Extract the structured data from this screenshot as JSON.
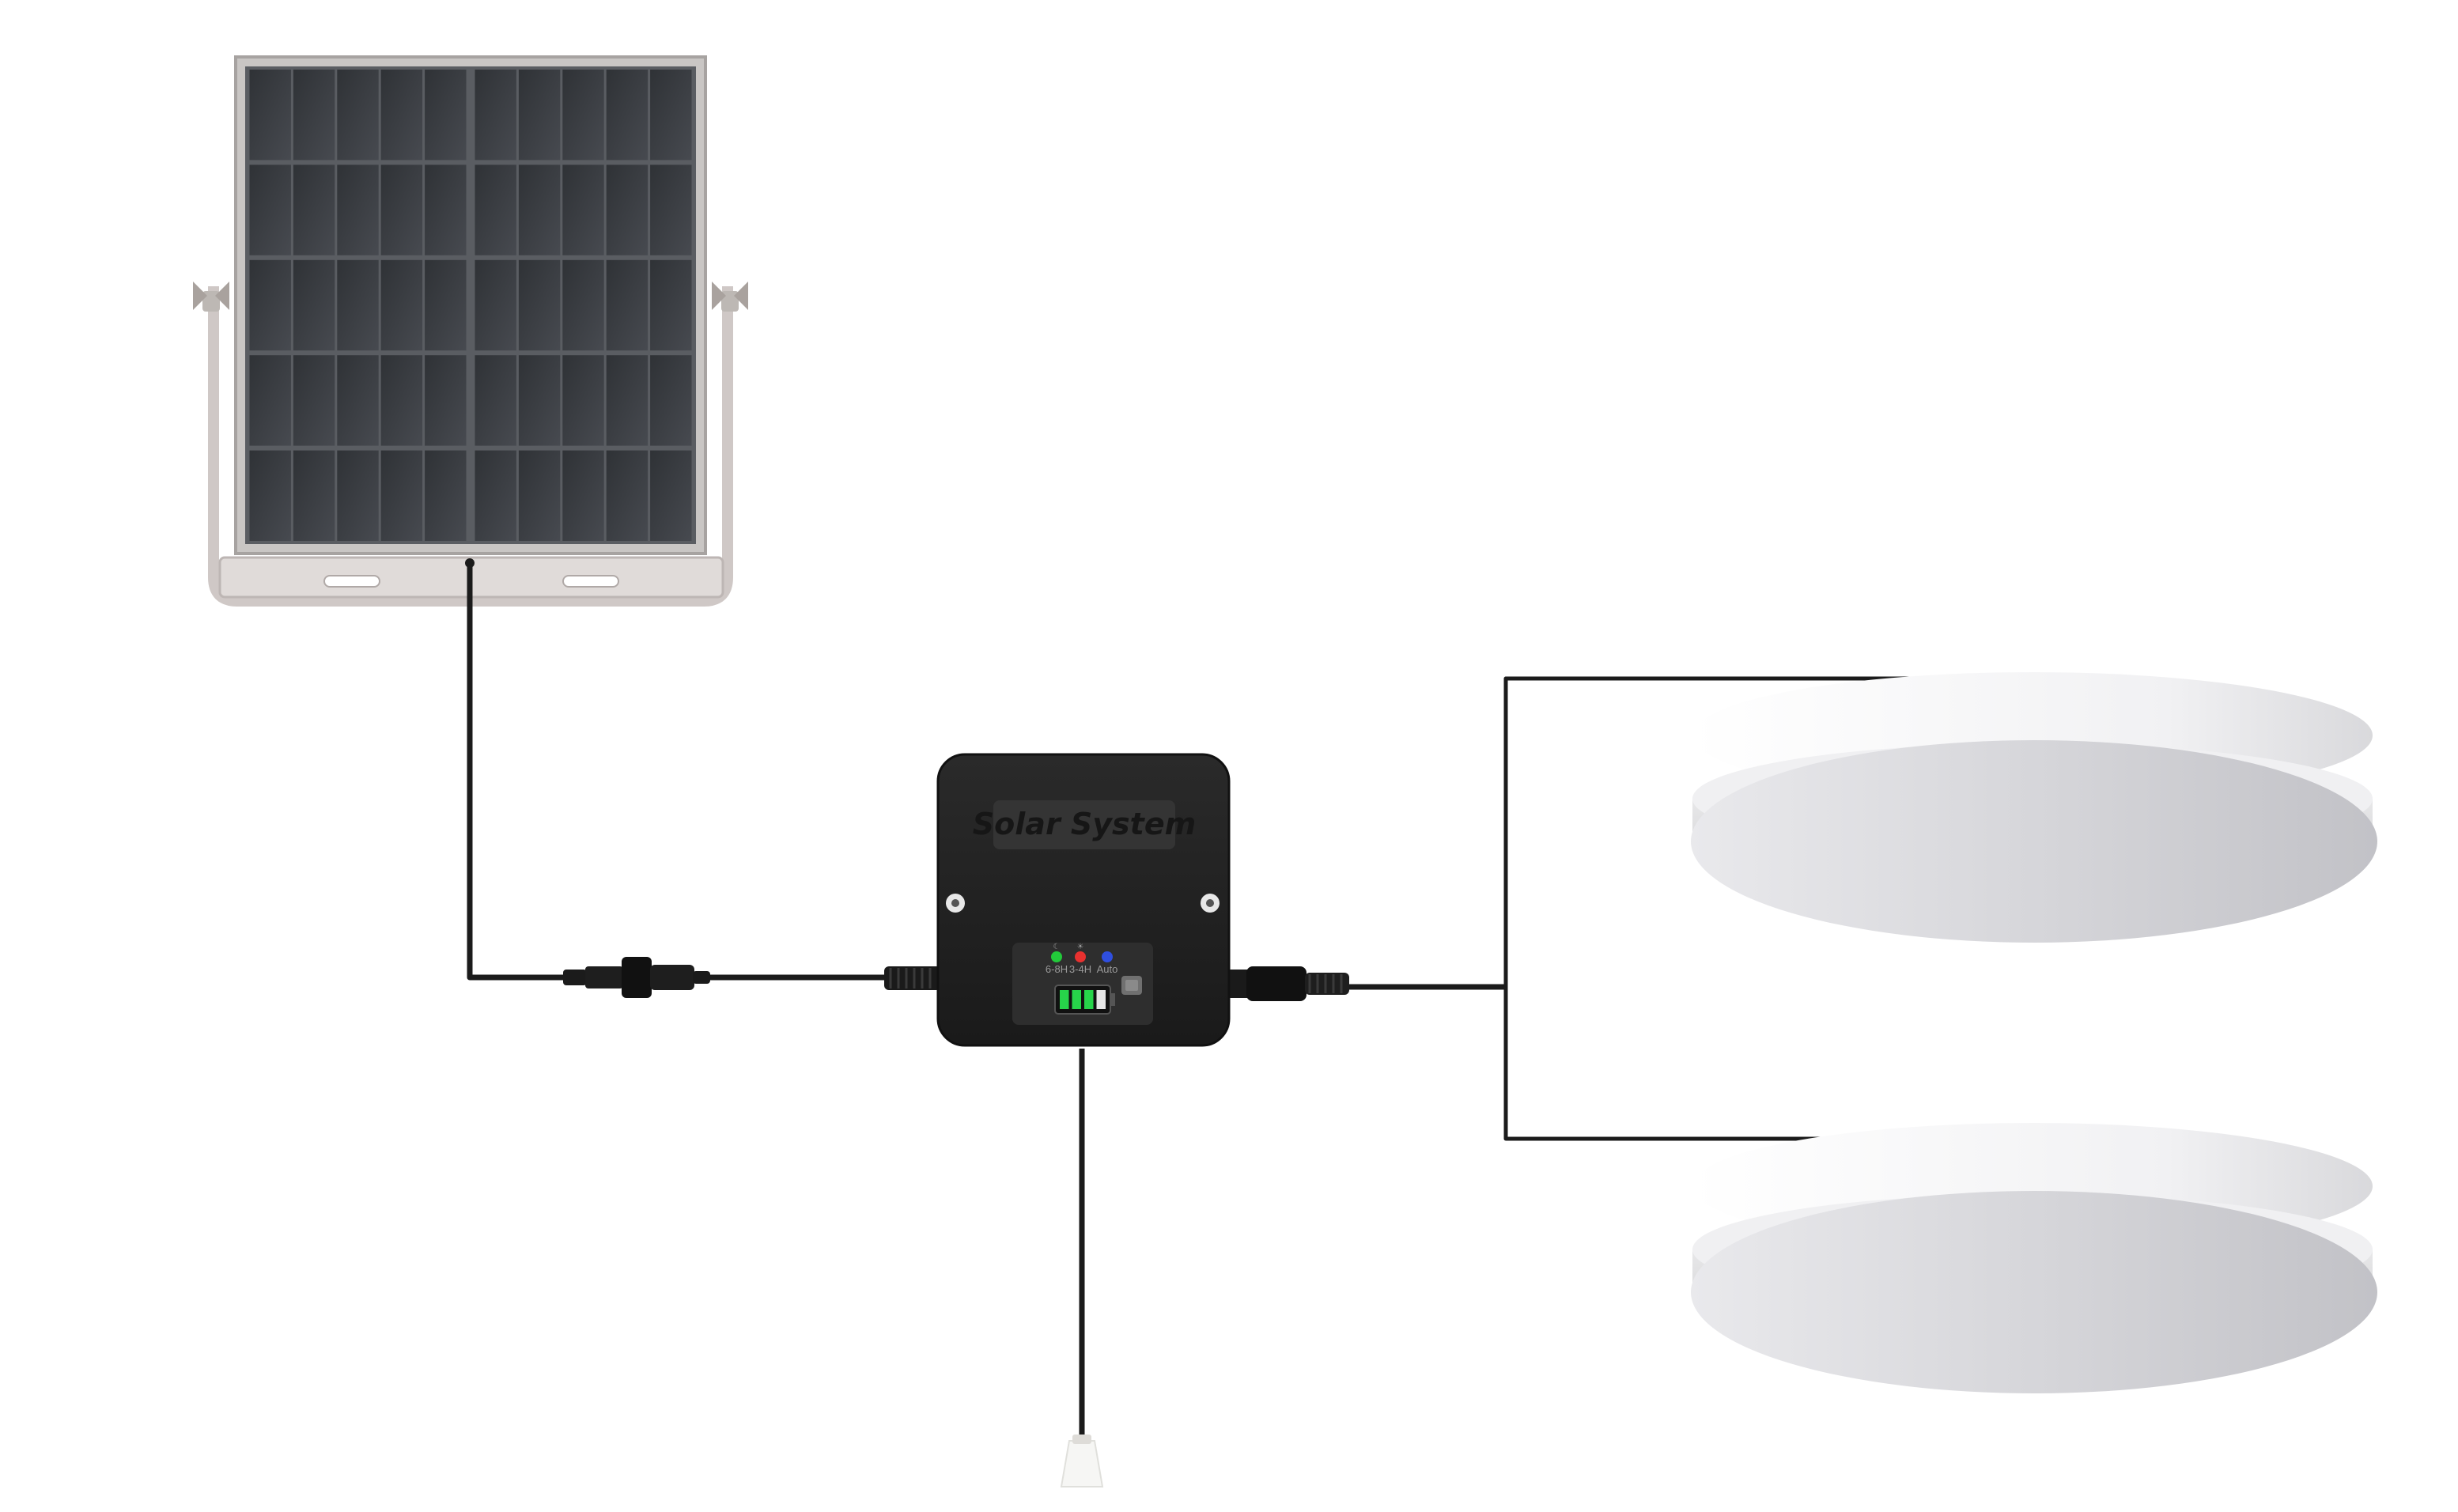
{
  "controller": {
    "brand_label": "Solar System",
    "indicators": [
      {
        "name": "6-8H",
        "color": "#22c93a",
        "icon_name": "moon-icon"
      },
      {
        "name": "3-4H",
        "color": "#e8312f",
        "icon_name": "sun-icon"
      },
      {
        "name": "Auto",
        "color": "#2f4fe0",
        "icon_name": "none"
      }
    ],
    "battery_level": 0.75,
    "battery_bar_colors": [
      "#27d44a",
      "#27d44a",
      "#27d44a",
      "#e6e6e6"
    ]
  },
  "colors": {
    "cable": "#1b1b1b",
    "panel_cell": "#3a3d42",
    "panel_frame": "#c9c6c4",
    "controller_body": "#222222",
    "lamp_body": "#d8d8dc"
  }
}
